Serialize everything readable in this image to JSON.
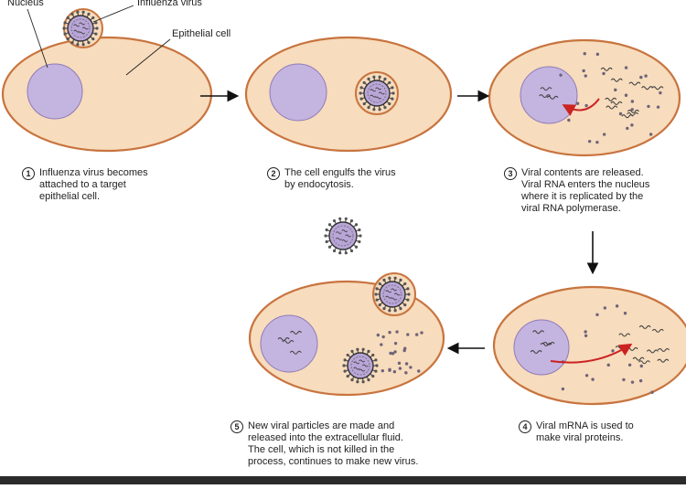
{
  "labels": {
    "nucleus": "Nucleus",
    "influenza_virus": "Influenza virus",
    "epithelial_cell": "Epithelial cell"
  },
  "steps": [
    {
      "number": "1",
      "text": "Influenza virus becomes\nattached to a target\nepithelial cell."
    },
    {
      "number": "2",
      "text": "The cell engulfs the virus\nby endocytosis."
    },
    {
      "number": "3",
      "text": "Viral contents are released.\nViral RNA enters the nucleus\nwhere it is replicated by the\nviral RNA polymerase."
    },
    {
      "number": "4",
      "text": "Viral mRNA is used to\nmake viral proteins."
    },
    {
      "number": "5",
      "text": "New viral particles are made and\nreleased into the extracellular fluid.\nThe cell, which is not killed in the\nprocess, continues to make new virus."
    }
  ],
  "colors": {
    "cell_fill": "#f7dcbd",
    "cell_stroke": "#c8743f",
    "nucleus_fill": "#c4b5e0",
    "nucleus_stroke": "#8f7ab8",
    "virus_spike": "#555555",
    "virus_core": "#b9a6d8",
    "rna_arrow": "#cc2222",
    "arrow": "#111111"
  }
}
